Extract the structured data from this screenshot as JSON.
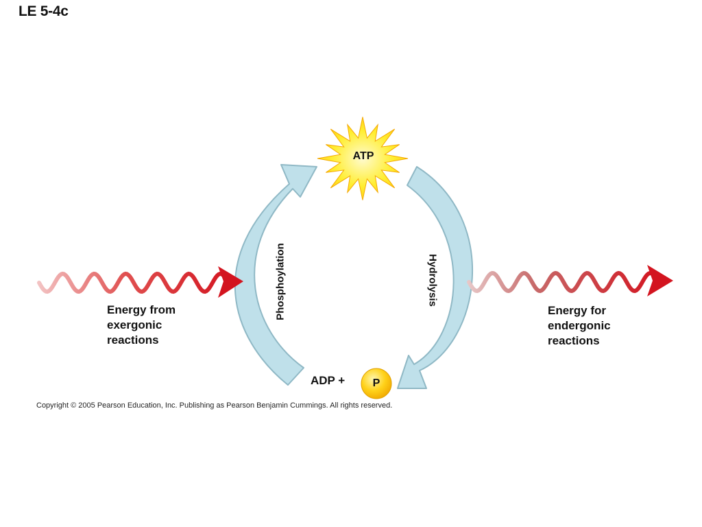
{
  "slide": {
    "title": "LE 5-4c"
  },
  "diagram": {
    "atp_label": "ATP",
    "adp_label": "ADP +",
    "phosphate_label": "P",
    "left_arrow_label": "Phosphoylation",
    "right_arrow_label": "Hydrolysis",
    "energy_in": {
      "line1": "Energy from",
      "line2": "exergonic",
      "line3": "reactions"
    },
    "energy_out": {
      "line1": "Energy for",
      "line2": "endergonic",
      "line3": "reactions"
    }
  },
  "footer": {
    "copyright": "Copyright ©  2005 Pearson Education, Inc. Publishing as Pearson Benjamin Cummings. All rights reserved."
  },
  "colors": {
    "cycle_arrow_fill": "#bfe0ea",
    "cycle_arrow_stroke": "#8fb8c5",
    "wave_red": "#d3141f",
    "wave_light": "#f0b0b0",
    "atp_star": "#ffe81a",
    "atp_star_edge": "#f4a000",
    "phosphate_ball": "#ffd21a"
  }
}
